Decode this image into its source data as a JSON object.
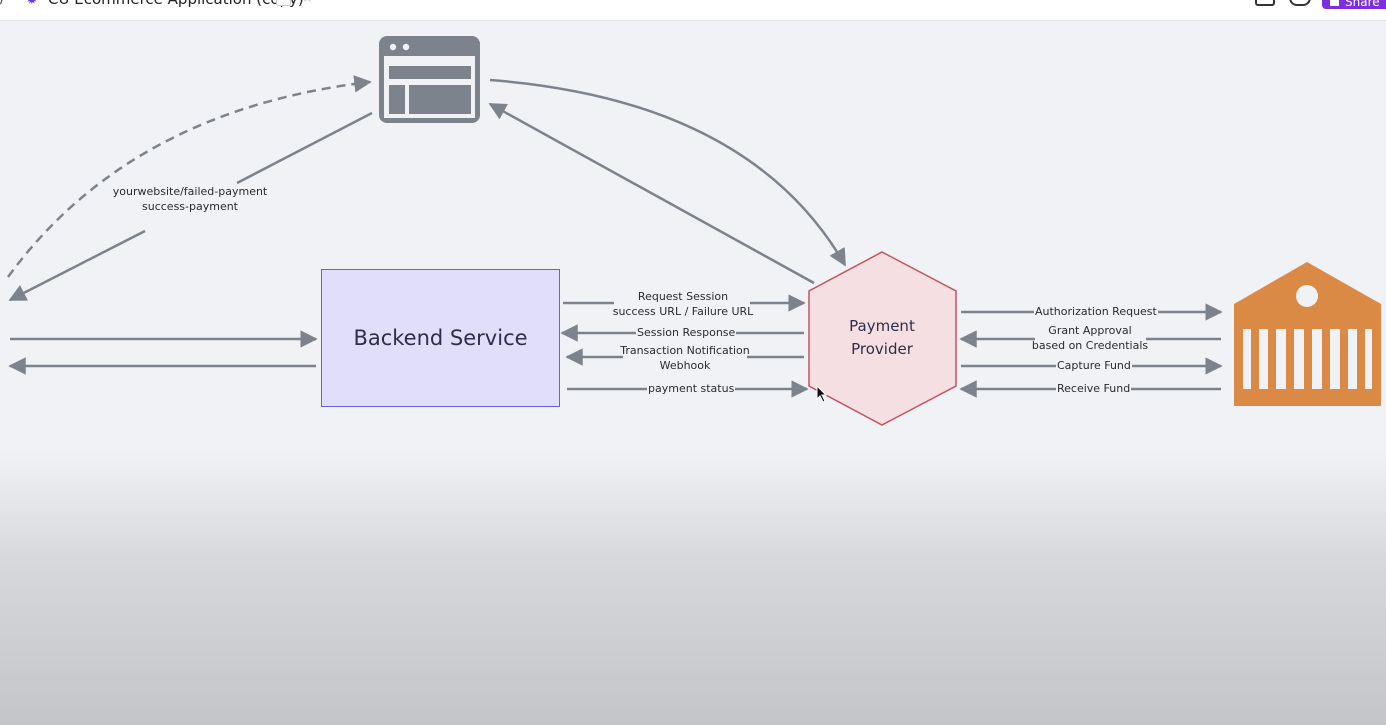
{
  "topbar": {
    "breadcrumb_sep": "/",
    "title": "CU Ecommerce Application (copy)",
    "share_label": "Share",
    "icons": [
      "settings-icon",
      "star-icon",
      "present-icon",
      "comment-icon"
    ]
  },
  "diagram": {
    "backend_label": "Backend Service",
    "provider_label_line1": "Payment",
    "provider_label_line2": "Provider",
    "redirect_label_line1": "yourwebsite/failed-payment",
    "redirect_label_line2": "success-payment",
    "request_session_line1": "Request Session",
    "request_session_line2": "success URL / Failure URL",
    "session_response": "Session Response",
    "transaction_line1": "Transaction Notification",
    "transaction_line2": "Webhook",
    "payment_status": "payment status",
    "authorization_request": "Authorization Request",
    "grant_approval_line1": "Grant Approval",
    "grant_approval_line2": "based on Credentials",
    "capture_fund": "Capture Fund",
    "receive_fund": "Receive Fund",
    "colors": {
      "arrow": "#7d838c",
      "backend_fill": "#e1defb",
      "backend_border": "#6b5fe0",
      "provider_fill": "#f5dfe2",
      "provider_border": "#c25563",
      "bank": "#db8a45",
      "browser_icon": "#7d838c"
    }
  }
}
